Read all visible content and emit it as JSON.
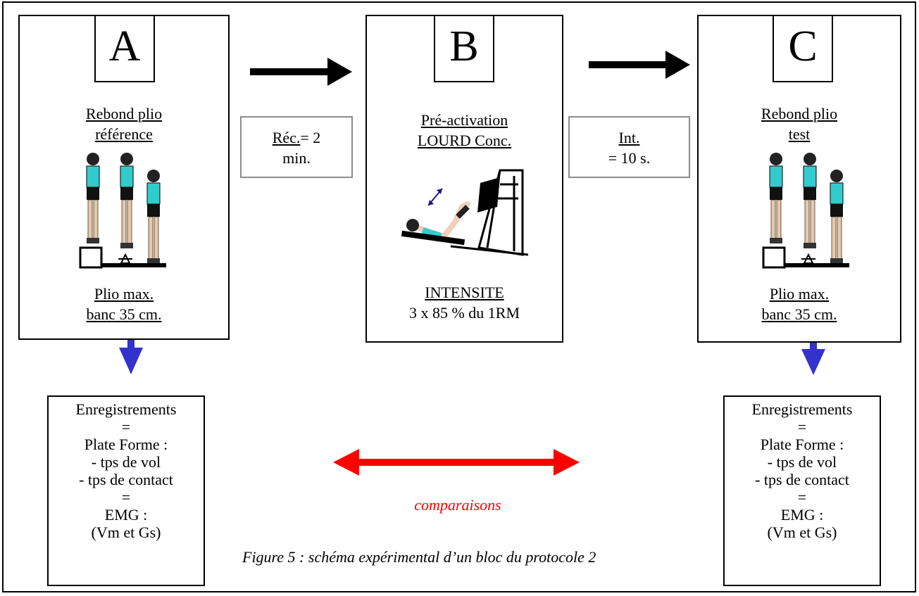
{
  "blocks": [
    {
      "letter": "A",
      "title_line1": "Rebond plio",
      "title_line2": "référence",
      "foot_line1": "Plio max.",
      "foot_line2": "banc 35 cm."
    },
    {
      "letter": "B",
      "title_line1": "Pré-activation",
      "title_line2": "LOURD Conc.",
      "foot_line1": "INTENSITE",
      "foot_line2": "3 x 85 % du 1RM"
    },
    {
      "letter": "C",
      "title_line1": "Rebond plio",
      "title_line2": "test",
      "foot_line1": "Plio max.",
      "foot_line2": "banc 35 cm."
    }
  ],
  "transitions": [
    {
      "label_underlined": "Réc.",
      "label_rest": "= 2",
      "line2": "min."
    },
    {
      "label_underlined": "Int.",
      "label_rest": "",
      "line2": "= 10 s."
    }
  ],
  "recordings": {
    "lines": [
      "Enregistrements",
      "=",
      "Plate Forme :",
      "- tps de vol",
      "- tps de contact",
      "=",
      "EMG :",
      "(Vm et Gs)"
    ]
  },
  "comparison_label": "comparaisons",
  "caption": "Figure 5 : schéma expérimental d’un bloc du protocole 2",
  "colors": {
    "down_arrow": "#3333cc",
    "compare_arrow": "#ff0000",
    "compare_text": "#ff0000",
    "gray_border": "#8c8c8c",
    "shirt": "#33cccc"
  }
}
